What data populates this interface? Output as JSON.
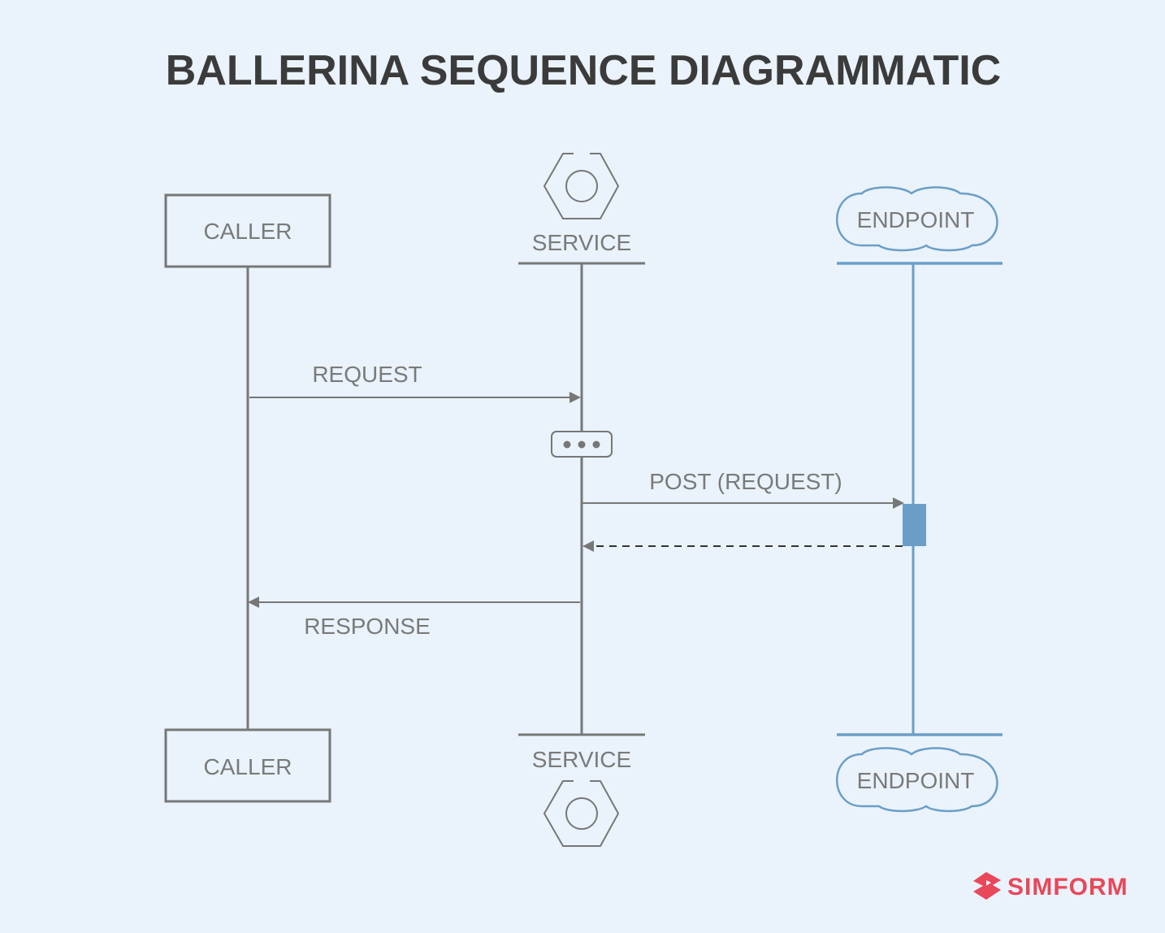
{
  "title": "BALLERINA SEQUENCE DIAGRAMMATIC",
  "participants": {
    "caller": {
      "top_label": "CALLER",
      "bottom_label": "CALLER"
    },
    "service": {
      "top_label": "SERVICE",
      "bottom_label": "SERVICE",
      "icon": "hexagon-gear-icon"
    },
    "endpoint": {
      "top_label": "ENDPOINT",
      "bottom_label": "ENDPOINT",
      "icon": "cloud-icon"
    }
  },
  "messages": {
    "request": "REQUEST",
    "post_request": "POST (REQUEST)",
    "response": "RESPONSE"
  },
  "brand": {
    "name": "SIMFORM",
    "icon": "simform-logo-icon"
  },
  "colors": {
    "background": "#eaf3fb",
    "gray_line": "#777777",
    "endpoint_blue": "#6b9ec7",
    "brand_red": "#e8485a"
  }
}
